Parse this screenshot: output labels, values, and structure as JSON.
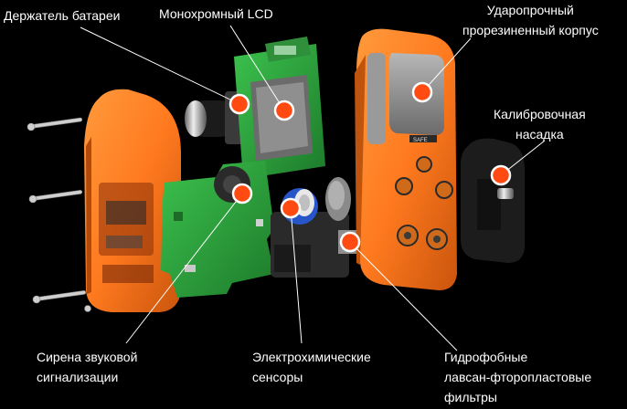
{
  "colors": {
    "background": "#000000",
    "marker": "#ff4a12",
    "orange_case": "#ff7a1f",
    "pcb_green": "#28a33a",
    "label_text": "#ffffff",
    "leader_line": "#ffffff"
  },
  "labels": {
    "battery_holder": "Держатель батареи",
    "lcd": "Монохромный LCD",
    "case": {
      "line1": "Ударопрочный",
      "line2": "прорезиненный корпус"
    },
    "calibration": {
      "line1": "Калибровочная",
      "line2": "насадка"
    },
    "siren": {
      "line1": "Сирена звуковой",
      "line2": "сигнализации"
    },
    "sensors": {
      "line1": "Электрохимические",
      "line2": "сенсоры"
    },
    "filters": {
      "line1": "Гидрофобные",
      "line2": "лавсан-фторопластовые",
      "line3": "фильтры"
    }
  },
  "device": {
    "logo_text": "SAFE"
  }
}
